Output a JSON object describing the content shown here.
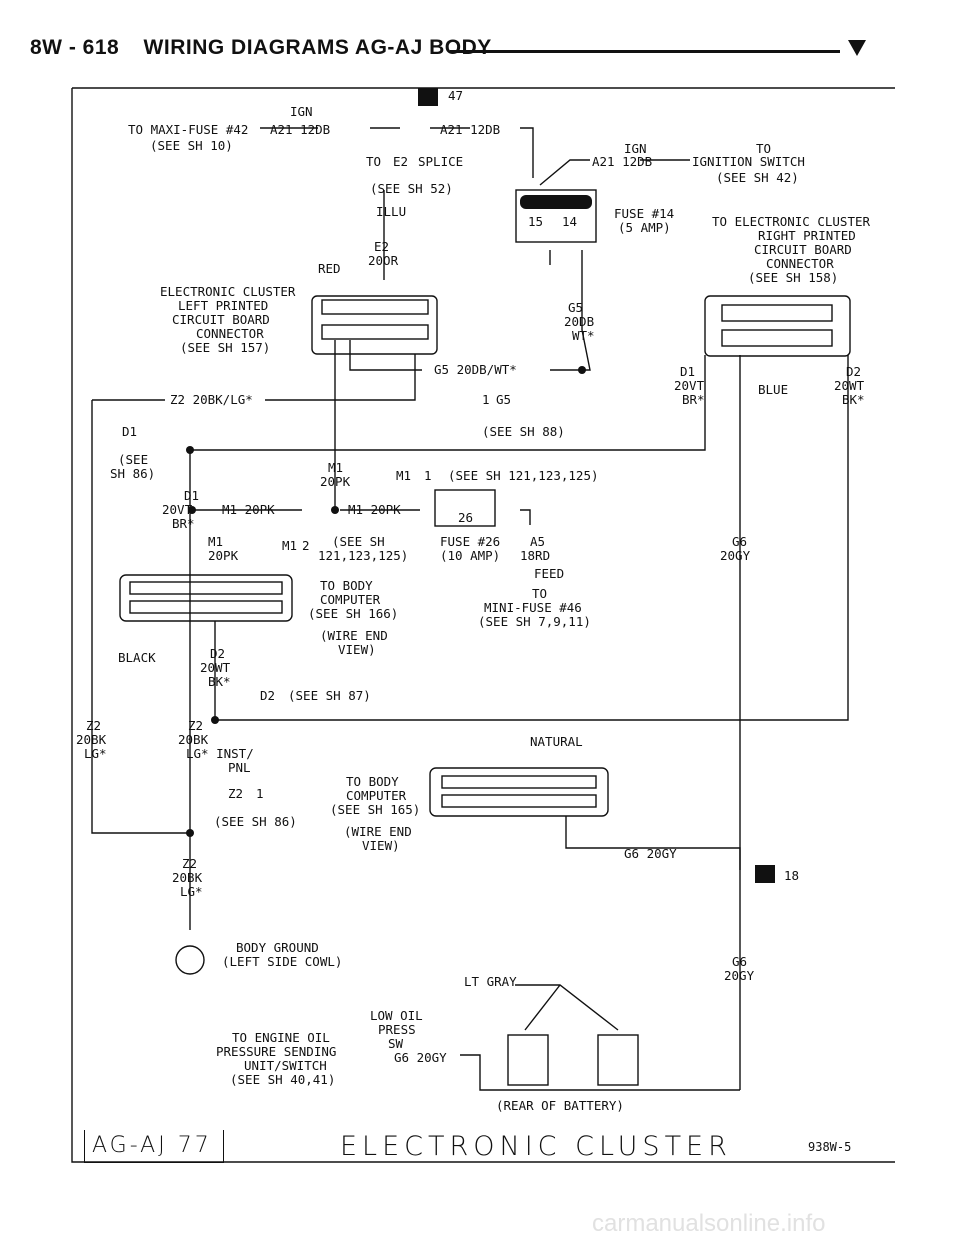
{
  "header": {
    "page": "8W - 618",
    "title": "WIRING DIAGRAMS AG-AJ BODY"
  },
  "labels": {
    "ign_top": "IGN",
    "ref47": "47",
    "maxi_fuse_to": "TO MAXI-FUSE #42",
    "see_sh10": "(SEE SH 10)",
    "a21_left": "A21 12DB",
    "a21_right": "A21 12DB",
    "to_e2_to": "TO",
    "to_e2_tag": "E2",
    "splice": "SPLICE",
    "see_sh52": "(SEE SH 52)",
    "illu": "ILLU",
    "e2": "E2",
    "e2_wire": "20OR",
    "red": "RED",
    "elc_left_1": "ELECTRONIC CLUSTER",
    "elc_left_2": "LEFT PRINTED",
    "elc_left_3": "CIRCUIT BOARD",
    "elc_left_4": "CONNECTOR",
    "elc_left_5": "(SEE SH 157)",
    "ign_right": "IGN",
    "to_ign": "TO",
    "a21_ign": "A21 12DB",
    "ign_switch": "IGNITION SWITCH",
    "see_sh42": "(SEE SH 42)",
    "fuse14_a": "15",
    "fuse14_b": "14",
    "fuse14": "FUSE #14",
    "fuse14_amp": "(5 AMP)",
    "elc_right_1": "TO ELECTRONIC CLUSTER",
    "elc_right_2": "RIGHT PRINTED",
    "elc_right_3": "CIRCUIT BOARD",
    "elc_right_4": "CONNECTOR",
    "elc_right_5": "(SEE SH 158)",
    "g5": "G5",
    "g5_wire": "20DB",
    "g5_wt": "WT*",
    "g5_line": "G5 20DB/WT*",
    "g5_splice_1": "1",
    "g5_splice_tag": "G5",
    "see_sh88": "(SEE SH 88)",
    "z2_line": "Z2 20BK/LG*",
    "d1_tag": "D1",
    "see_sh86_a": "(SEE",
    "see_sh86_b": "SH 86)",
    "d1_right": "D1",
    "d1_right_wire": "20VT",
    "d1_right_br": "BR*",
    "blue": "BLUE",
    "d2_right": "D2",
    "d2_right_wire": "20WT",
    "d2_right_bk": "BK*",
    "m1_top": "M1",
    "m1_top_wire": "20PK",
    "m1_splice_tag": "M1",
    "m1_splice_1": "1",
    "see_sh121_a": "(SEE SH 121,123,125)",
    "d1_mid": "D1",
    "d1_mid_wire": "20VT",
    "d1_mid_br": "BR*",
    "m1_20pk_a": "M1 20PK",
    "m1_20pk_b": "M1 20PK",
    "fuse26_no": "26",
    "fuse26": "FUSE #26",
    "fuse26_amp": "(10 AMP)",
    "a5": "A5",
    "a5_wire": "18RD",
    "feed": "FEED",
    "m1_low": "M1",
    "m1_low_wire": "20PK",
    "m1_2_tag": "M1",
    "m1_2": "2",
    "see_sh_b": "(SEE SH",
    "see_sh121_b": "121,123,125)",
    "to_mini": "TO",
    "mini_fuse": "MINI-FUSE #46",
    "see_sh7": "(SEE SH 7,9,11)",
    "g6_r": "G6",
    "g6_r_wire": "20GY",
    "body_comp_1": "TO BODY",
    "body_comp_2": "COMPUTER",
    "body_comp_3": "(SEE SH 166)",
    "body_comp_4": "(WIRE END",
    "body_comp_5": "VIEW)",
    "black": "BLACK",
    "d2_mid": "D2",
    "d2_mid_wire": "20WT",
    "d2_mid_bk": "BK*",
    "d2_tag": "D2",
    "see_sh87": "(SEE SH 87)",
    "z2_l": "Z2",
    "z2_l_wire": "20BK",
    "z2_l_lg": "LG*",
    "z2_m": "Z2",
    "z2_m_wire": "20BK",
    "z2_m_lg": "LG* INST/",
    "z2_m_pnl": "PNL",
    "natural": "NATURAL",
    "z2_tag": "Z2",
    "z2_1": "1",
    "see_sh86_c": "(SEE SH 86)",
    "bc2_1": "TO BODY",
    "bc2_2": "COMPUTER",
    "bc2_3": "(SEE SH 165)",
    "bc2_4": "(WIRE END",
    "bc2_5": "VIEW)",
    "g6_line": "G6 20GY",
    "ref18": "18",
    "z2_b": "Z2",
    "z2_b_wire": "20BK",
    "z2_b_lg": "LG*",
    "ground_1": "BODY GROUND",
    "ground_2": "(LEFT SIDE COWL)",
    "g6_b": "G6",
    "g6_b_wire": "20GY",
    "lt_gray": "LT GRAY",
    "oil_1": "LOW OIL",
    "oil_2": "PRESS",
    "oil_3": "SW",
    "oil_to_1": "TO ENGINE OIL",
    "oil_to_2": "PRESSURE SENDING",
    "oil_to_3": "UNIT/SWITCH",
    "oil_to_4": "(SEE SH 40,41)",
    "g6_20gy": "G6 20GY",
    "rear_batt": "(REAR OF BATTERY)"
  },
  "footer": {
    "model": "AG-AJ  77",
    "title": "ELECTRONIC CLUSTER",
    "code": "938W-5"
  },
  "watermark": "carmanualsonline.info"
}
